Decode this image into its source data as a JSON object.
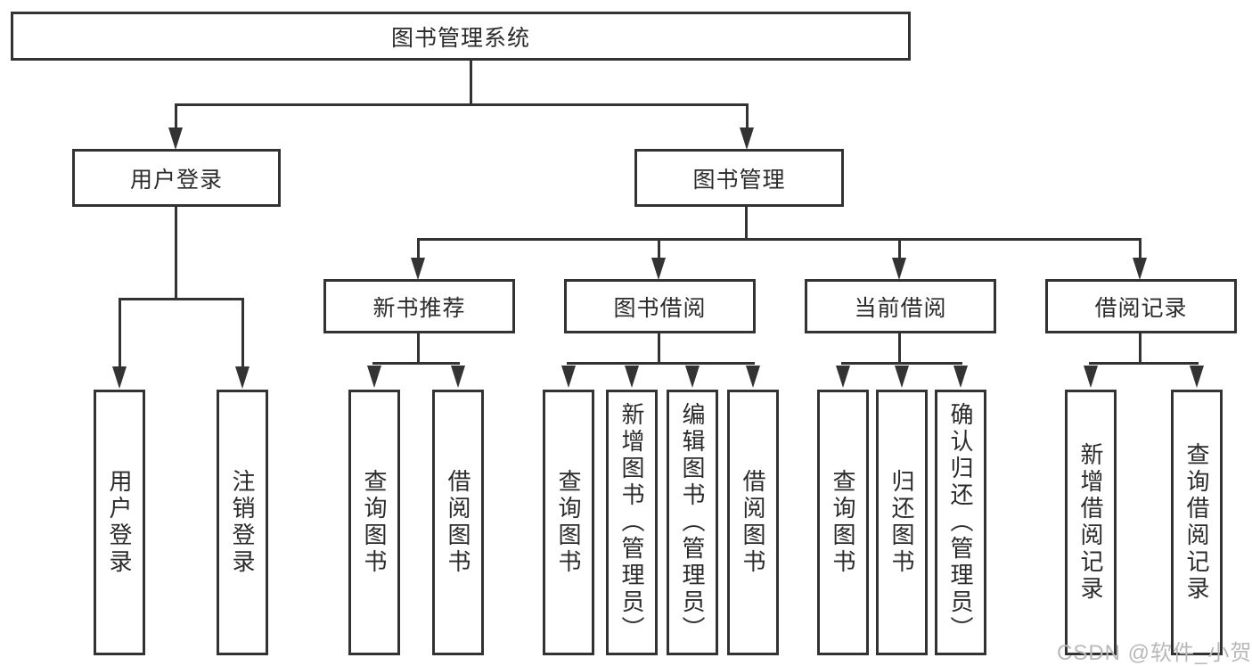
{
  "tree": {
    "label": "图书管理系统",
    "children": [
      {
        "label": "用户登录",
        "children": [
          {
            "label": "用户登录"
          },
          {
            "label": "注销登录"
          }
        ]
      },
      {
        "label": "图书管理",
        "children": [
          {
            "label": "新书推荐",
            "children": [
              {
                "label": "查询图书"
              },
              {
                "label": "借阅图书"
              }
            ]
          },
          {
            "label": "图书借阅",
            "children": [
              {
                "label": "查询图书"
              },
              {
                "label": "新增图书（管理员）"
              },
              {
                "label": "编辑图书（管理员）"
              },
              {
                "label": "借阅图书"
              }
            ]
          },
          {
            "label": "当前借阅",
            "children": [
              {
                "label": "查询图书"
              },
              {
                "label": "归还图书"
              },
              {
                "label": "确认归还（管理员）"
              }
            ]
          },
          {
            "label": "借阅记录",
            "children": [
              {
                "label": "新增借阅记录"
              },
              {
                "label": "查询借阅记录"
              }
            ]
          }
        ]
      }
    ]
  },
  "watermark": {
    "text": "CSDN @软件_小贺同学"
  },
  "colors": {
    "line": "#333333",
    "text": "#2b2b2b",
    "background": "#ffffff",
    "watermark": "#b9b9b9"
  }
}
